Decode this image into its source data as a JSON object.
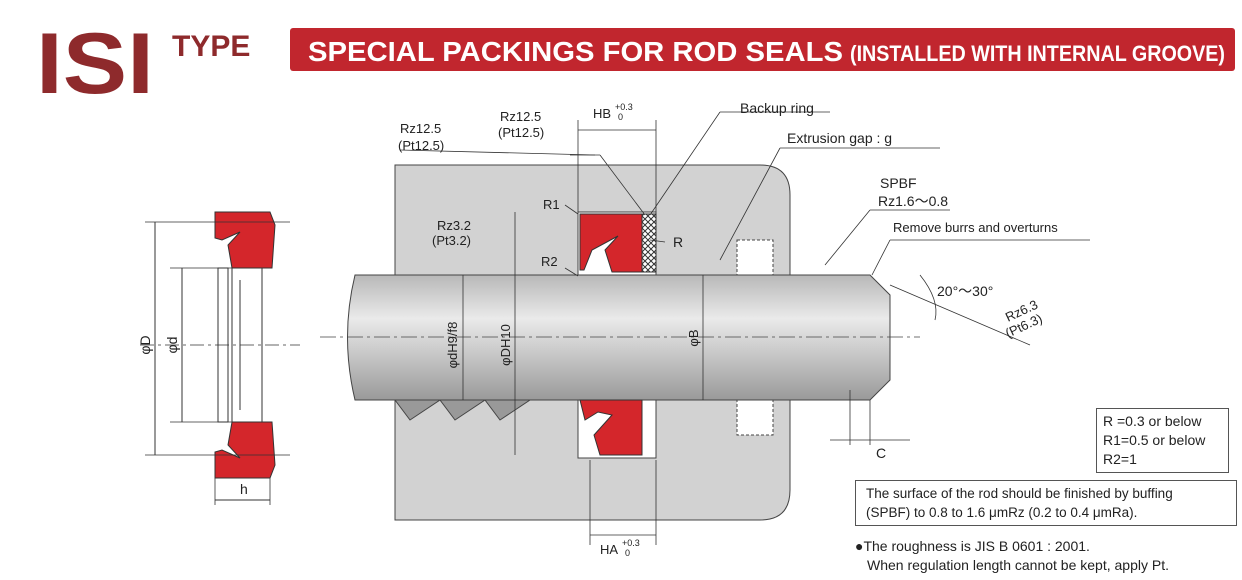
{
  "header": {
    "code": "ISI",
    "type_label": "TYPE",
    "title_main": "SPECIAL PACKINGS FOR ROD SEALS",
    "title_sub": "(INSTALLED WITH INTERNAL GROOVE)"
  },
  "colors": {
    "brand_dark": "#8e2a2c",
    "banner": "#c1262e",
    "seal_red": "#d4262b",
    "metal": "#d2d2d2"
  },
  "diagram": {
    "labels": {
      "phi_D": "φD",
      "phi_d": "φd",
      "h": "h",
      "rz125_a": "Rz12.5",
      "pt125_a": "(Pt12.5)",
      "rz125_b": "Rz12.5",
      "pt125_b": "(Pt12.5)",
      "hb": "HB",
      "hb_tol": "+0.3",
      "hb_tol0": "0",
      "backup_ring": "Backup ring",
      "extrusion_gap": "Extrusion gap : g",
      "spbf": "SPBF",
      "rz16": "Rz1.6～0.8",
      "remove_burrs": "Remove burrs and overturns",
      "r1": "R1",
      "r2": "R2",
      "r": "R",
      "rz32": "Rz3.2",
      "pt32": "(Pt3.2)",
      "dh9": "φdH9/f8",
      "dh10": "φDH10",
      "phi_b": "φB",
      "angle": "20°～30°",
      "rz63": "Rz6.3",
      "pt63": "(Pt6.3)",
      "c": "C",
      "ha": "HA",
      "ha_tol": "+0.3",
      "ha_tol0": "0"
    }
  },
  "radius_box": [
    "R =0.3 or below",
    "R1=0.5 or below",
    "R2=1"
  ],
  "surface_note": [
    "The surface of the rod should be finished by buffing",
    "(SPBF) to 0.8 to 1.6 μmRz (0.2 to 0.4 μmRa)."
  ],
  "footnote": [
    "●The roughness is JIS B 0601 : 2001.",
    "When regulation length cannot be kept, apply Pt."
  ]
}
